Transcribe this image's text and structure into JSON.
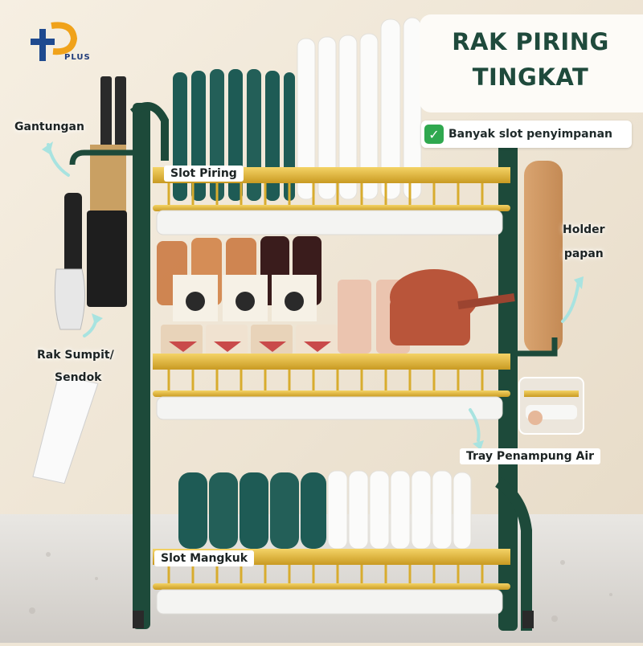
{
  "brand": {
    "logo_text": "PLUS",
    "primary_color": "#1f4a8f",
    "accent_color": "#f0a21a"
  },
  "title": {
    "line1": "RAK PIRING",
    "line2": "TINGKAT"
  },
  "feature": {
    "icon": "check-icon",
    "text": "Banyak slot penyimpanan",
    "icon_color": "#2fa84f"
  },
  "labels": {
    "gantungan": "Gantungan",
    "slot_piring": "Slot Piring",
    "holder_line1": "Holder",
    "holder_line2": "papan",
    "rak_line1": "Rak Sumpit/",
    "rak_line2": "Sendok",
    "tray": "Tray Penampung Air",
    "slot_mangkuk": "Slot Mangkuk"
  },
  "colors": {
    "frame_green": "#1d4a3a",
    "rail_gold": "#e2b838",
    "plate_green": "#1e5b55",
    "tray_white": "#f4f4f2"
  }
}
